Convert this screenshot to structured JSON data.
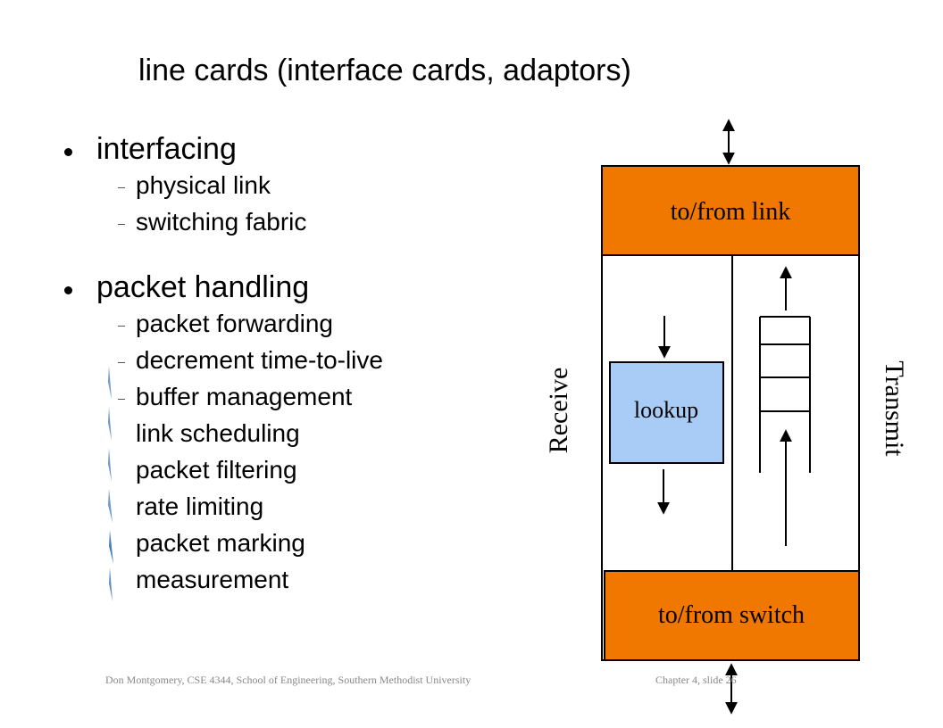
{
  "slide": {
    "title": "line cards (interface cards, adaptors)"
  },
  "bullets": [
    {
      "label": "interfacing",
      "items": [
        "physical link",
        "switching fabric"
      ]
    },
    {
      "label": "packet handling",
      "items": [
        "packet forwarding",
        "decrement time-to-live",
        "buffer management",
        "link scheduling",
        "packet filtering",
        "rate limiting",
        "packet marking",
        "measurement"
      ]
    }
  ],
  "diagram": {
    "top_box_label": "to/from link",
    "bottom_box_label": "to/from switch",
    "lookup_label": "lookup",
    "receive_label": "Receive",
    "transmit_label": "Transmit",
    "orange": "#f07800",
    "lookup_fill": "#a8ccf5"
  },
  "footer": {
    "left": "Don Montgomery, CSE 4344, School of Engineering,  Southern Methodist University",
    "right": "Chapter 4, slide  26"
  }
}
